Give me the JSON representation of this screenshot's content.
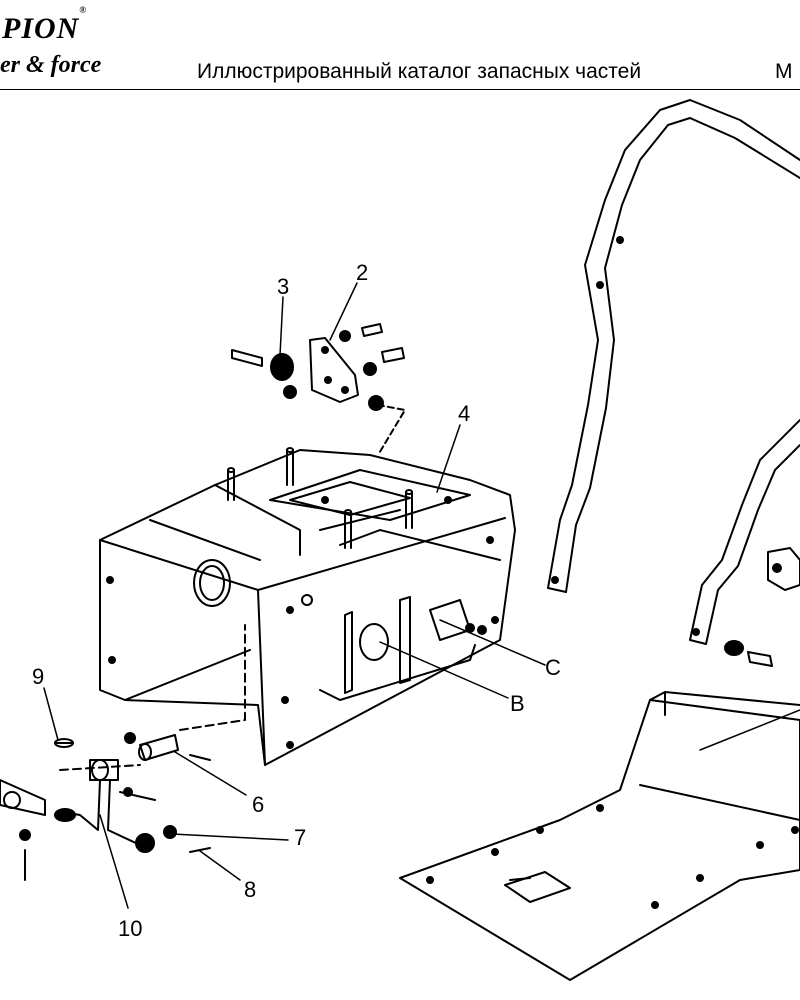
{
  "header": {
    "logo_line1": "PION",
    "logo_mark": "®",
    "logo_line2": "er & force",
    "catalog_title": "Иллюстрированный каталог запасных частей",
    "model_code": "M"
  },
  "callouts": {
    "n2": "2",
    "n3": "3",
    "n4": "4",
    "n6": "6",
    "n7": "7",
    "n8": "8",
    "n9": "9",
    "n10": "10",
    "b": "B",
    "c": "C"
  }
}
